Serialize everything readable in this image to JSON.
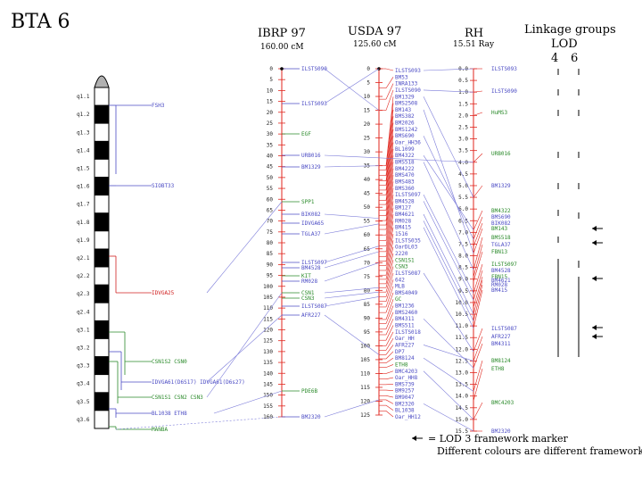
{
  "title": "BTA 6",
  "columns": {
    "ibrp": {
      "name": "IBRP 97",
      "length": "160.00 cM"
    },
    "usda": {
      "name": "USDA 97",
      "length": "125.60 cM"
    },
    "rh": {
      "name": "RH",
      "length": "15.51 Ray"
    }
  },
  "linkage": {
    "title": "Linkage groups",
    "lod_label": "LOD",
    "lod_values": [
      "4",
      "6"
    ]
  },
  "legend": {
    "arrow_text": "= LOD 3 framework marker",
    "colour_text": "Different colours are different  frameworks"
  },
  "colors": {
    "axis": "#e0261e",
    "link": "#7b7bd9",
    "blue_label": "#4b4bc4",
    "green_label": "#2a8a2a",
    "red_label": "#d02020"
  },
  "ideogram": {
    "bands": [
      "q1.1",
      "q1.2",
      "q1.3",
      "q1.4",
      "q1.5",
      "q1.6",
      "q1.7",
      "q1.8",
      "q1.9",
      "q2.1",
      "q2.2",
      "q2.3",
      "q2.4",
      "q3.1",
      "q3.2",
      "q3.3",
      "q3.4",
      "q3.5",
      "q3.6"
    ],
    "markers": [
      {
        "text": "FSH3",
        "color": "blue"
      },
      {
        "text": "SIOBT33",
        "color": "blue"
      },
      {
        "text": "IDVGA25",
        "color": "red"
      },
      {
        "text": "CSN1S2 CSN0",
        "color": "green"
      },
      {
        "text": "IDVGA61(D6S17) IDVGA61(D6s27)",
        "color": "blue"
      },
      {
        "text": "CSN1S1 CSN2 CSN3",
        "color": "green"
      },
      {
        "text": "BL1038 ETH8",
        "color": "blue"
      },
      {
        "text": "MANBA",
        "color": "green"
      }
    ]
  },
  "ibrp_ticks": [
    "0",
    "5",
    "10",
    "15",
    "20",
    "25",
    "30",
    "35",
    "40",
    "45",
    "50",
    "55",
    "60",
    "65",
    "70",
    "75",
    "80",
    "85",
    "90",
    "95",
    "100",
    "105",
    "110",
    "115",
    "120",
    "125",
    "130",
    "135",
    "140",
    "145",
    "150",
    "155",
    "160"
  ],
  "ibrp_markers": [
    {
      "text": "ILSTS090",
      "color": "blue"
    },
    {
      "text": "ILSTS093",
      "color": "blue"
    },
    {
      "text": "EGF",
      "color": "green"
    },
    {
      "text": "URB016",
      "color": "blue"
    },
    {
      "text": "BM1329",
      "color": "blue"
    },
    {
      "text": "SPP1",
      "color": "green"
    },
    {
      "text": "BIK082",
      "color": "blue"
    },
    {
      "text": "IDVGA65",
      "color": "blue"
    },
    {
      "text": "TGLA37",
      "color": "blue"
    },
    {
      "text": "ILSTS097",
      "color": "blue"
    },
    {
      "text": "BM4528",
      "color": "blue"
    },
    {
      "text": "KIT",
      "color": "green"
    },
    {
      "text": "RM028",
      "color": "blue"
    },
    {
      "text": "CSN1",
      "color": "green"
    },
    {
      "text": "CSN3",
      "color": "green"
    },
    {
      "text": "ILSTS087",
      "color": "blue"
    },
    {
      "text": "AFR227",
      "color": "blue"
    },
    {
      "text": "PDE6B",
      "color": "green"
    },
    {
      "text": "BM2320",
      "color": "blue"
    }
  ],
  "usda_ticks": [
    "0",
    "5",
    "10",
    "15",
    "20",
    "25",
    "30",
    "35",
    "40",
    "45",
    "50",
    "55",
    "60",
    "65",
    "70",
    "75",
    "80",
    "85",
    "90",
    "95",
    "100",
    "105",
    "110",
    "115",
    "120",
    "125"
  ],
  "usda_markers": [
    {
      "text": "ILSTS093",
      "color": "blue"
    },
    {
      "text": "BM53",
      "color": "blue"
    },
    {
      "text": "INRA133",
      "color": "blue"
    },
    {
      "text": "ILSTS090",
      "color": "blue"
    },
    {
      "text": "BM1329",
      "color": "blue"
    },
    {
      "text": "BMS2508",
      "color": "blue"
    },
    {
      "text": "BM143",
      "color": "blue"
    },
    {
      "text": "BMS382",
      "color": "blue"
    },
    {
      "text": "BM2026",
      "color": "blue"
    },
    {
      "text": "BMS1242",
      "color": "blue"
    },
    {
      "text": "BMS690",
      "color": "blue"
    },
    {
      "text": "Oar_HH36",
      "color": "blue"
    },
    {
      "text": "BL1099",
      "color": "blue"
    },
    {
      "text": "BM4322",
      "color": "blue"
    },
    {
      "text": "BMS518",
      "color": "blue"
    },
    {
      "text": "BM4222",
      "color": "blue"
    },
    {
      "text": "BMS470",
      "color": "blue"
    },
    {
      "text": "BMS483",
      "color": "blue"
    },
    {
      "text": "BMS360",
      "color": "blue"
    },
    {
      "text": "ILSTS097",
      "color": "blue"
    },
    {
      "text": "BM4528",
      "color": "blue"
    },
    {
      "text": "BM127",
      "color": "blue"
    },
    {
      "text": "BM4621",
      "color": "blue"
    },
    {
      "text": "RM028",
      "color": "blue"
    },
    {
      "text": "BM415",
      "color": "blue"
    },
    {
      "text": "1516",
      "color": "blue"
    },
    {
      "text": "ILSTS035",
      "color": "blue"
    },
    {
      "text": "OarDL03",
      "color": "blue"
    },
    {
      "text": "2220",
      "color": "blue"
    },
    {
      "text": "CSN1S1",
      "color": "green"
    },
    {
      "text": "CSN3",
      "color": "green"
    },
    {
      "text": "ILSTS087",
      "color": "blue"
    },
    {
      "text": "642",
      "color": "blue"
    },
    {
      "text": "MLB",
      "color": "blue"
    },
    {
      "text": "BMS4049",
      "color": "blue"
    },
    {
      "text": "GC",
      "color": "green"
    },
    {
      "text": "BM1236",
      "color": "blue"
    },
    {
      "text": "BMS2460",
      "color": "blue"
    },
    {
      "text": "BM4311",
      "color": "blue"
    },
    {
      "text": "BMS511",
      "color": "blue"
    },
    {
      "text": "ILSTS018",
      "color": "blue"
    },
    {
      "text": "Oar_HH",
      "color": "blue"
    },
    {
      "text": "AFR227",
      "color": "blue"
    },
    {
      "text": "DP7",
      "color": "blue"
    },
    {
      "text": "BM8124",
      "color": "blue"
    },
    {
      "text": "ETH8",
      "color": "green"
    },
    {
      "text": "BMC4203",
      "color": "blue"
    },
    {
      "text": "Oar_HH8",
      "color": "blue"
    },
    {
      "text": "BMS739",
      "color": "blue"
    },
    {
      "text": "BM9257",
      "color": "blue"
    },
    {
      "text": "BM9047",
      "color": "blue"
    },
    {
      "text": "BM2320",
      "color": "blue"
    },
    {
      "text": "BL1038",
      "color": "blue"
    },
    {
      "text": "Oar_HH12",
      "color": "blue"
    }
  ],
  "rh_ticks": [
    "0.0",
    "0.5",
    "1.0",
    "1.5",
    "2.0",
    "2.5",
    "3.0",
    "3.5",
    "4.0",
    "4.5",
    "5.0",
    "5.5",
    "6.0",
    "6.5",
    "7.0",
    "7.5",
    "8.0",
    "8.5",
    "9.0",
    "9.5",
    "10.0",
    "10.5",
    "11.0",
    "11.5",
    "12.0",
    "12.5",
    "13.0",
    "13.5",
    "14.0",
    "14.5",
    "15.0",
    "15.5"
  ],
  "rh_markers": [
    {
      "text": "ILSTS093",
      "color": "blue"
    },
    {
      "text": "ILSTS090",
      "color": "blue"
    },
    {
      "text": "HuMS3",
      "color": "green"
    },
    {
      "text": "URB016",
      "color": "green"
    },
    {
      "text": "BM1329",
      "color": "blue"
    },
    {
      "text": "BM4322",
      "color": "green"
    },
    {
      "text": "BMS690",
      "color": "blue"
    },
    {
      "text": "BIK082",
      "color": "blue"
    },
    {
      "text": "BM143",
      "color": "green"
    },
    {
      "text": "BMS518",
      "color": "green"
    },
    {
      "text": "TGLA37",
      "color": "blue"
    },
    {
      "text": "FBN13",
      "color": "green"
    },
    {
      "text": "ILSTS097",
      "color": "green"
    },
    {
      "text": "BM4528",
      "color": "blue"
    },
    {
      "text": "FBN15",
      "color": "green"
    },
    {
      "text": "BM4621",
      "color": "blue"
    },
    {
      "text": "RM028",
      "color": "blue"
    },
    {
      "text": "BM415",
      "color": "blue"
    },
    {
      "text": "ILSTS087",
      "color": "blue"
    },
    {
      "text": "AFR227",
      "color": "blue"
    },
    {
      "text": "BM4311",
      "color": "blue"
    },
    {
      "text": "BM8124",
      "color": "green"
    },
    {
      "text": "ETH8",
      "color": "green"
    },
    {
      "text": "BMC4203",
      "color": "green"
    },
    {
      "text": "BM2320",
      "color": "blue"
    }
  ]
}
